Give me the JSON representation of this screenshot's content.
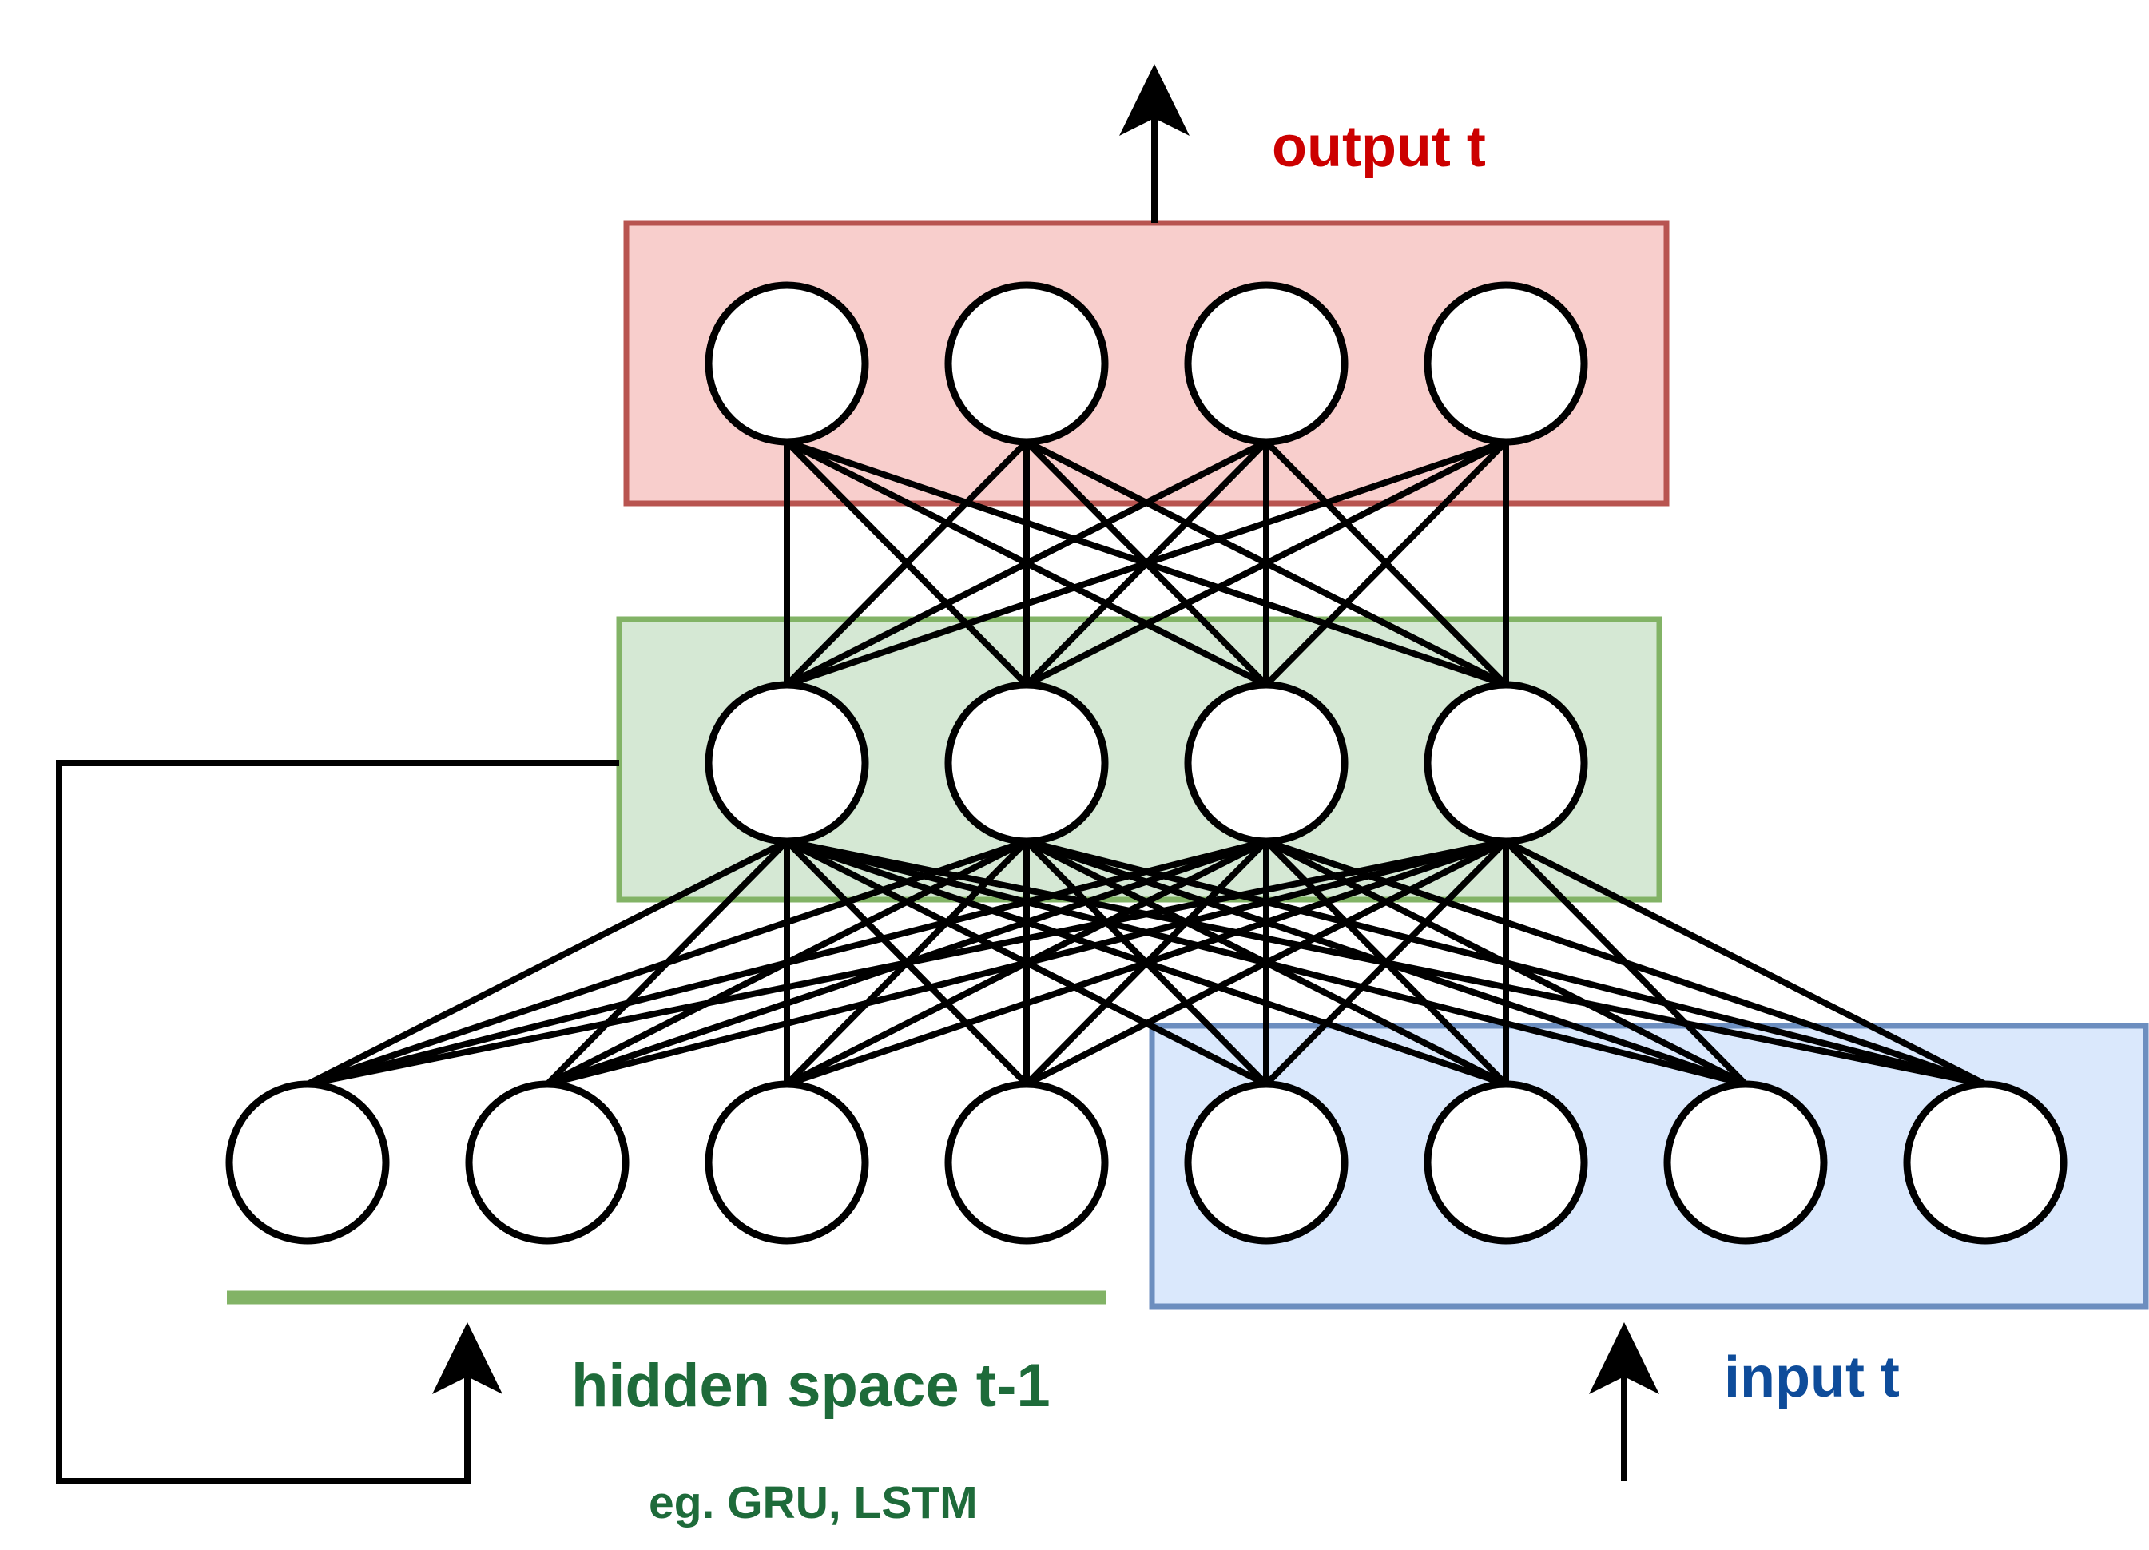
{
  "labels": {
    "output": "output t",
    "hidden": "hidden space t-1",
    "hidden_note": "eg. GRU, LSTM",
    "input": "input t"
  },
  "colors": {
    "output_fill": "#f8cecc",
    "output_stroke": "#b85450",
    "output_text": "#cc0000",
    "hidden_fill": "#d5e8d4",
    "hidden_stroke": "#82b366",
    "hidden_text": "#1e6b3a",
    "input_fill": "#dae8fc",
    "input_stroke": "#6c8ebf",
    "input_text": "#0e4c9a"
  },
  "network": {
    "output_nodes": 4,
    "hidden_nodes": 4,
    "bottom_nodes": 8,
    "context_nodes": 4,
    "input_nodes": 4
  }
}
